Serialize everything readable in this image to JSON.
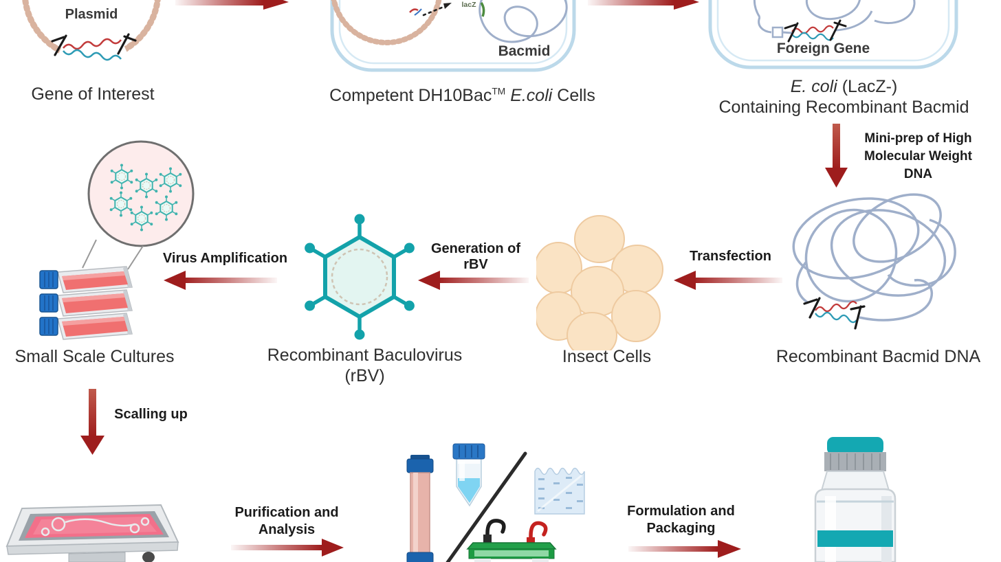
{
  "colors": {
    "arrow_red": "#a32020",
    "arrow_head_red": "#9e1d1d",
    "virus_teal": "#13a2aa",
    "cell_membrane_blue": "#bcd9ea",
    "bacmid_slate": "#9fafca",
    "plasmid_tan": "#d9b39f",
    "insect_cell_peach": "#fae3c4",
    "flask_media_red": "#f07070",
    "cap_blue": "#2273c8",
    "gel_tank_green": "#1d9b43",
    "vial_teal": "#14a8b2",
    "caption_text": "#2f2f2f",
    "step_text": "#1b1b1b"
  },
  "nodes": {
    "plasmid": {
      "label": "Plasmid",
      "caption": "Gene of Interest"
    },
    "competent_cells": {
      "caption_prefix": "Competent DH10Bac",
      "caption_tm": "TM",
      "caption_species": "E.coli",
      "caption_suffix": "Cells",
      "bacmid_label": "Bacmid",
      "lacz_label": "lacZ"
    },
    "recombinant_ecoli": {
      "inner_label": "Foreign Gene",
      "caption_species": "E. coli",
      "caption_rest": "(LacZ-)",
      "caption_line2": "Containing Recombinant Bacmid"
    },
    "bacmid_dna": {
      "caption": "Recombinant Bacmid DNA"
    },
    "insect_cells": {
      "caption": "Insect Cells"
    },
    "baculovirus": {
      "caption_line1": "Recombinant Baculovirus",
      "caption_line2": "(rBV)"
    },
    "small_scale_cultures": {
      "caption": "Small Scale Cultures"
    }
  },
  "steps": {
    "miniprep": {
      "line1": "Mini-prep of High",
      "line2": "Molecular Weight",
      "line3": "DNA"
    },
    "transfection": {
      "label": "Transfection"
    },
    "generation_rbv": {
      "line1": "Generation of",
      "line2": "rBV"
    },
    "virus_amplification": {
      "label": "Virus Amplification"
    },
    "scaling_up": {
      "label": "Scalling up"
    },
    "purification": {
      "line1": "Purification and",
      "line2": "Analysis"
    },
    "formulation": {
      "line1": "Formulation and",
      "line2": "Packaging"
    }
  }
}
